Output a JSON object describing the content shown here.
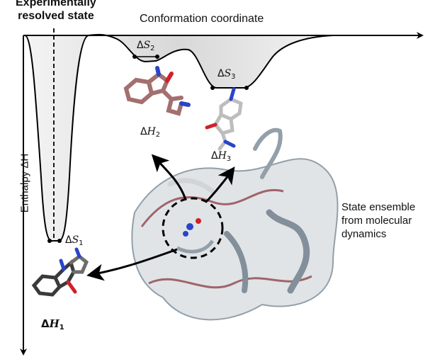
{
  "header": {
    "experimental_line1": "Experimentally",
    "experimental_line2": "resolved state",
    "conformation_axis": "Conformation coordinate"
  },
  "axis": {
    "enthalpy_label": "Enthalpy ΔH"
  },
  "states": [
    {
      "entropy": "S",
      "entropy_sub": "1",
      "enthalpy": "H",
      "enthalpy_sub": "1"
    },
    {
      "entropy": "S",
      "entropy_sub": "2",
      "enthalpy": "H",
      "enthalpy_sub": "2"
    },
    {
      "entropy": "S",
      "entropy_sub": "3",
      "enthalpy": "H",
      "enthalpy_sub": "3"
    }
  ],
  "ensemble": {
    "line1": "State ensemble",
    "line2": "from molecular",
    "line3": "dynamics"
  },
  "colors": {
    "well_fill": "#e6e6e6",
    "protein_gray": "#8e9aa5",
    "protein_red": "#9b5c63",
    "protein_light": "#cfd3d6",
    "ligand_brown": "#a36f6f",
    "nitrogen": "#2a44c8",
    "oxygen": "#d0202a"
  },
  "icons": [
    "well-curve",
    "molecule-structure",
    "protein-ribbon",
    "dashed-circle",
    "arrow"
  ]
}
